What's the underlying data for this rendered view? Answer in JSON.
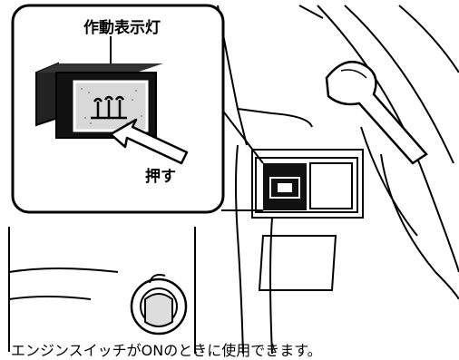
{
  "callout": {
    "indicator_label": "作動表示灯",
    "push_label": "押す"
  },
  "switch": {
    "icon": "rear-defogger-icon"
  },
  "caption": "エンジンスイッチがONのときに使用できます。"
}
